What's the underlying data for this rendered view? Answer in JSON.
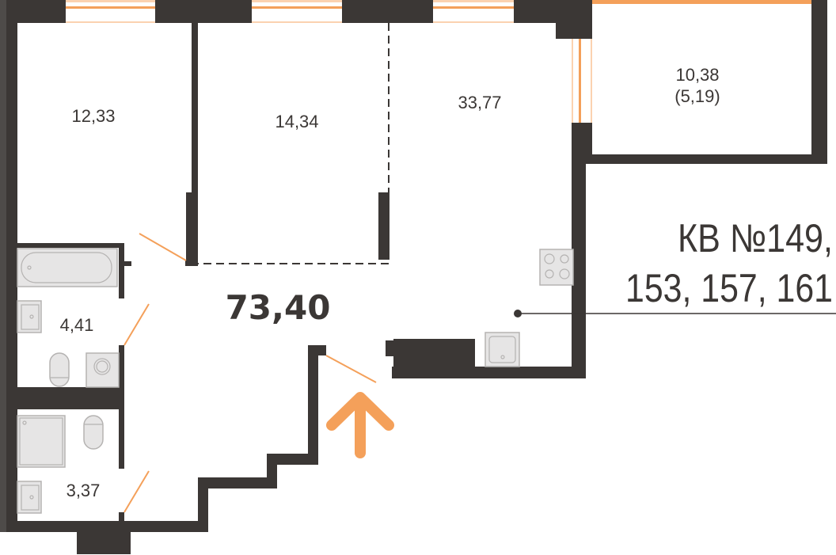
{
  "plan": {
    "total_area": "73,40",
    "apartment_title_line1": "КВ №149,",
    "apartment_title_line2": "153, 157, 161",
    "rooms": [
      {
        "id": "bedroom-1",
        "area": "12,33"
      },
      {
        "id": "bedroom-2",
        "area": "14,34"
      },
      {
        "id": "kitchen-living",
        "area": "33,77"
      },
      {
        "id": "balcony",
        "area": "10,38",
        "reduced_area": "(5,19)"
      },
      {
        "id": "bathroom-1",
        "area": "4,41"
      },
      {
        "id": "bathroom-2",
        "area": "3,37"
      }
    ]
  },
  "colors": {
    "wall": "#3b3735",
    "accent": "#f4a05a",
    "fixture": "#e6e5e5"
  }
}
